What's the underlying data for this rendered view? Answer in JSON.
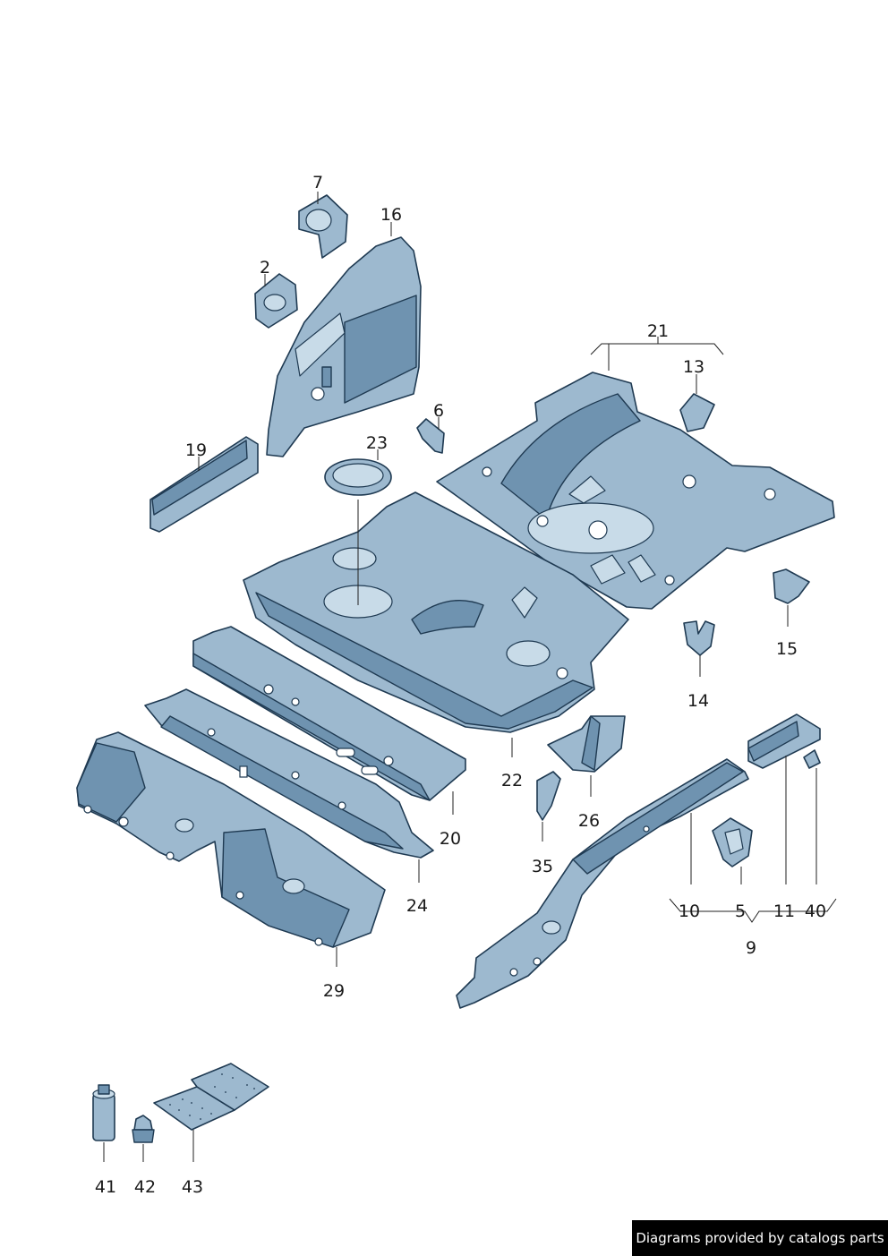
{
  "labels": {
    "p7": "7",
    "p16": "16",
    "p2": "2",
    "p19": "19",
    "p6": "6",
    "p23": "23",
    "p21": "21",
    "p13": "13",
    "p15": "15",
    "p14": "14",
    "p22": "22",
    "p20": "20",
    "p24": "24",
    "p29": "29",
    "p26": "26",
    "p35": "35",
    "p10": "10",
    "p5": "5",
    "p11": "11",
    "p40": "40",
    "p9": "9",
    "p41": "41",
    "p42": "42",
    "p43": "43"
  },
  "credit": "Diagrams provided by catalogs parts"
}
